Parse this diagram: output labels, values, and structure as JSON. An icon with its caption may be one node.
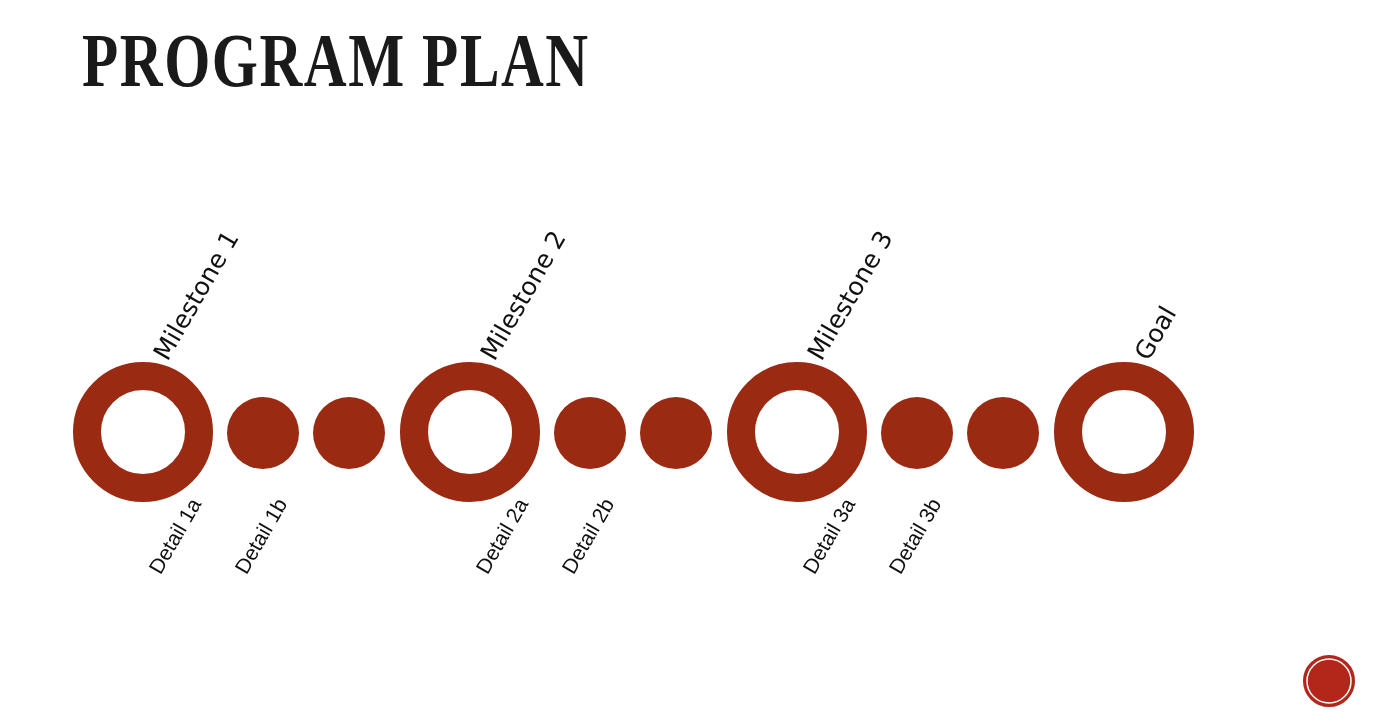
{
  "diagram": {
    "title": "PROGRAM PLAN",
    "nodes": [
      {
        "text": [
          "Milestone 1"
        ]
      },
      {
        "text": [
          "Detail 1a"
        ]
      },
      {
        "text": [
          "Detail 1b"
        ]
      },
      {
        "text": [
          "Milestone 2"
        ]
      },
      {
        "text": [
          "Detail 2a"
        ]
      },
      {
        "text": [
          "Detail 2b"
        ]
      },
      {
        "text": [
          "Milestone 3"
        ]
      },
      {
        "text": [
          "Detail 3a"
        ]
      },
      {
        "text": [
          "Detail 3b"
        ]
      },
      {
        "text": [
          "Goal"
        ]
      },
      {
        "text": [],
        "shape": "circle"
      }
    ],
    "edges": []
  }
}
